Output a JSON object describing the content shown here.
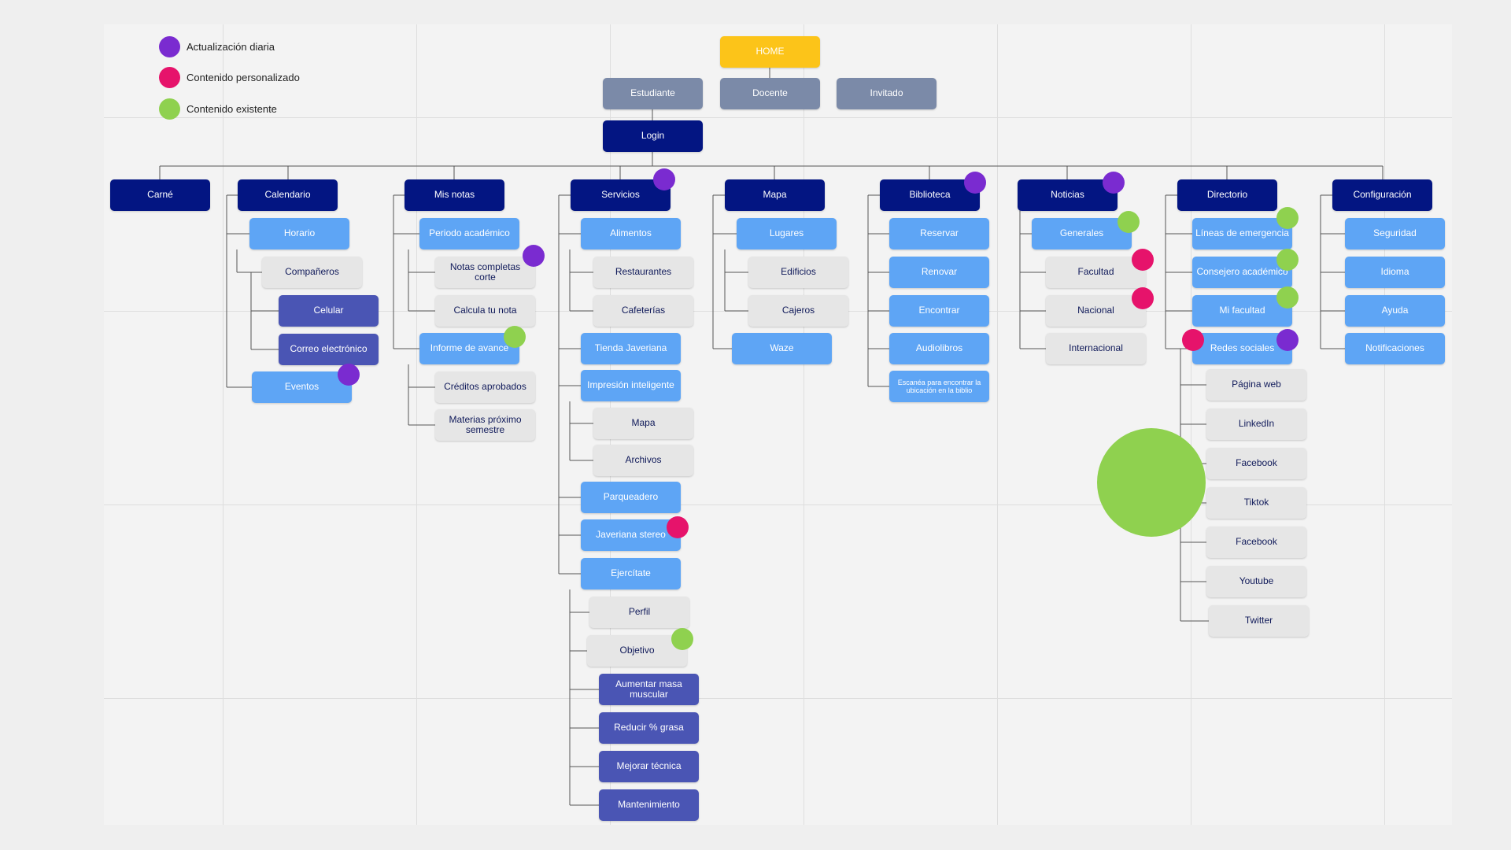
{
  "colors": {
    "daily": "#7a2bd0",
    "personalized": "#e6136b",
    "existing": "#8fd14f",
    "connector": "#555555"
  },
  "legend": [
    {
      "label": "Actualización diaria",
      "color_key": "daily"
    },
    {
      "label": "Contenido personalizado",
      "color_key": "personalized"
    },
    {
      "label": "Contenido existente",
      "color_key": "existing"
    }
  ],
  "top": {
    "home": "HOME",
    "roles": [
      "Estudiante",
      "Docente",
      "Invitado"
    ],
    "login": "Login"
  },
  "sections": [
    {
      "label": "Carné",
      "children": []
    },
    {
      "label": "Calendario",
      "children": [
        {
          "label": "Horario"
        },
        {
          "label": "Compañeros",
          "children": [
            {
              "label": "Celular"
            },
            {
              "label": "Correo electrónico"
            }
          ]
        },
        {
          "label": "Eventos",
          "marker": "daily"
        }
      ]
    },
    {
      "label": "Mis notas",
      "children": [
        {
          "label": "Periodo académico",
          "children": [
            {
              "label": "Notas completas corte",
              "marker": "daily"
            },
            {
              "label": "Calcula tu nota"
            }
          ]
        },
        {
          "label": "Informe de avance",
          "marker": "existing",
          "children": [
            {
              "label": "Créditos aprobados"
            },
            {
              "label": "Materias próximo semestre"
            }
          ]
        }
      ]
    },
    {
      "label": "Servicios",
      "marker": "daily",
      "children": [
        {
          "label": "Alimentos",
          "children": [
            {
              "label": "Restaurantes"
            },
            {
              "label": "Cafeterías"
            }
          ]
        },
        {
          "label": "Tienda Javeriana"
        },
        {
          "label": "Impresión inteligente",
          "children": [
            {
              "label": "Mapa"
            },
            {
              "label": "Archivos"
            }
          ]
        },
        {
          "label": "Parqueadero"
        },
        {
          "label": "Javeriana stereo",
          "marker": "personalized"
        },
        {
          "label": "Ejercítate",
          "children": [
            {
              "label": "Perfil"
            },
            {
              "label": "Objetivo",
              "marker": "existing"
            },
            {
              "label": "Aumentar masa muscular"
            },
            {
              "label": "Reducir % grasa"
            },
            {
              "label": "Mejorar técnica"
            },
            {
              "label": "Mantenimiento"
            }
          ]
        }
      ]
    },
    {
      "label": "Mapa",
      "children": [
        {
          "label": "Lugares",
          "children": [
            {
              "label": "Edificios"
            },
            {
              "label": "Cajeros"
            }
          ]
        },
        {
          "label": "Waze"
        }
      ]
    },
    {
      "label": "Biblioteca",
      "marker": "daily",
      "children": [
        {
          "label": "Reservar"
        },
        {
          "label": "Renovar"
        },
        {
          "label": "Encontrar"
        },
        {
          "label": "Audiolibros"
        },
        {
          "label": "Escanéa para encontrar la ubicación en la biblio"
        }
      ]
    },
    {
      "label": "Noticias",
      "marker": "daily",
      "children": [
        {
          "label": "Generales",
          "marker": "existing"
        },
        {
          "label": "Facultad",
          "marker": "personalized"
        },
        {
          "label": "Nacional",
          "marker": "personalized"
        },
        {
          "label": "Internacional"
        }
      ]
    },
    {
      "label": "Directorio",
      "children": [
        {
          "label": "Líneas de emergencia",
          "marker": "existing"
        },
        {
          "label": "Consejero académico",
          "marker": "existing"
        },
        {
          "label": "Mi facultad",
          "marker": "existing"
        },
        {
          "label": "Redes sociales",
          "marker": "daily",
          "children": [
            {
              "label": "Página web"
            },
            {
              "label": "LinkedIn"
            },
            {
              "label": "Facebook"
            },
            {
              "label": "Tiktok"
            },
            {
              "label": "Facebook"
            },
            {
              "label": "Youtube"
            },
            {
              "label": "Twitter"
            }
          ]
        }
      ]
    },
    {
      "label": "Configuración",
      "children": [
        {
          "label": "Seguridad"
        },
        {
          "label": "Idioma"
        },
        {
          "label": "Ayuda"
        },
        {
          "label": "Notificaciones"
        }
      ]
    }
  ]
}
